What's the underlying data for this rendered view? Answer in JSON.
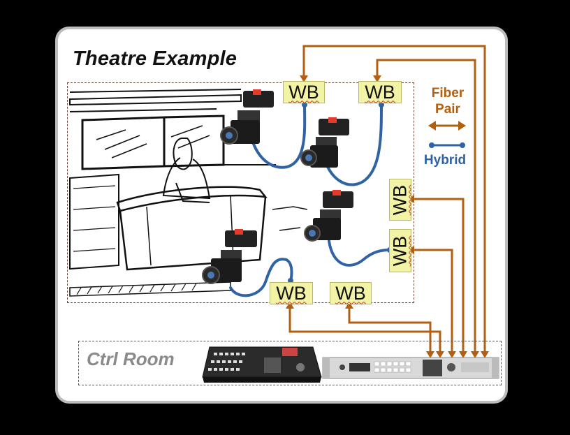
{
  "diagram": {
    "title": "Theatre Example",
    "ctrl_room_label": "Ctrl Room",
    "legend": {
      "fiber_label": "Fiber Pair",
      "hybrid_label": "Hybrid"
    },
    "wb_units": [
      {
        "label": "WB"
      },
      {
        "label": "WB"
      },
      {
        "label": "WB"
      },
      {
        "label": "WB"
      },
      {
        "label": "WB"
      },
      {
        "label": "WB"
      }
    ],
    "colors": {
      "fiber": "#b25f10",
      "hybrid": "#2f63a3",
      "wb_fill": "#f3f3a6",
      "background": "#000000"
    }
  }
}
